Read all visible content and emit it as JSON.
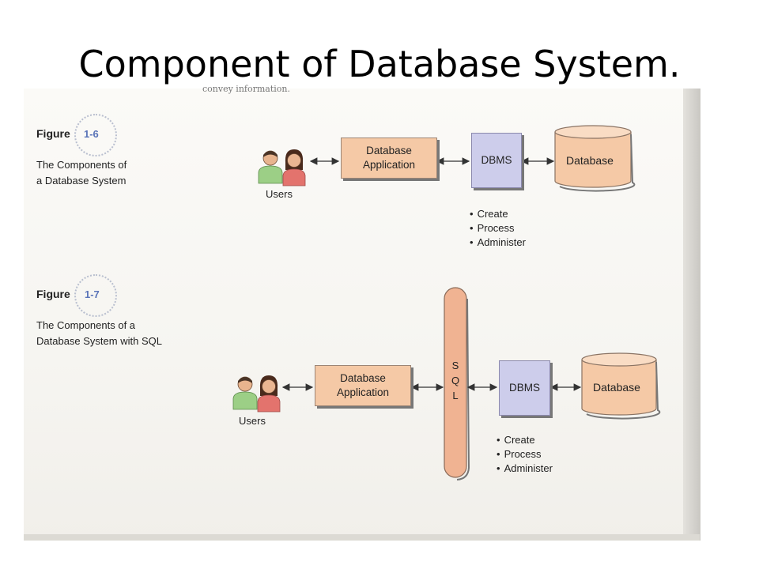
{
  "slide": {
    "title": "Component of Database System."
  },
  "scan": {
    "header_snippet": "convey information."
  },
  "figure1": {
    "label": "Figure",
    "number": "1-6",
    "caption": [
      "The Components of",
      "a Database System"
    ],
    "users_label": "Users",
    "app_label": [
      "Database",
      "Application"
    ],
    "dbms_label": "DBMS",
    "db_label": "Database",
    "dbms_functions": [
      "Create",
      "Process",
      "Administer"
    ]
  },
  "figure2": {
    "label": "Figure",
    "number": "1-7",
    "caption": [
      "The Components of a",
      "Database System with SQL"
    ],
    "users_label": "Users",
    "app_label": [
      "Database",
      "Application"
    ],
    "sql_letters": [
      "S",
      "Q",
      "L"
    ],
    "dbms_label": "DBMS",
    "db_label": "Database",
    "dbms_functions": [
      "Create",
      "Process",
      "Administer"
    ]
  },
  "colors": {
    "app_fill": "#f5c9a6",
    "dbms_fill": "#cdcdeb",
    "db_fill": "#f5c9a6",
    "sql_fill": "#f0b392",
    "figure_number": "#5a74b8"
  },
  "icons": {
    "users": "people-icon",
    "arrows": "double-arrow-icon"
  }
}
